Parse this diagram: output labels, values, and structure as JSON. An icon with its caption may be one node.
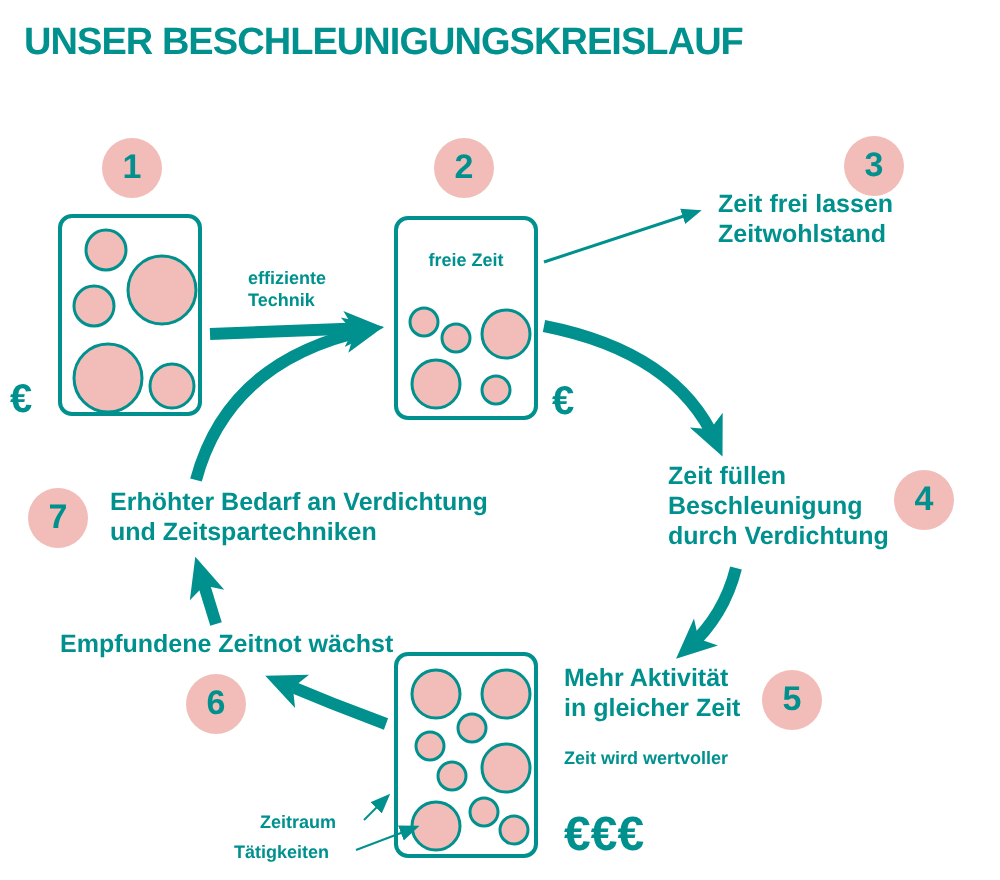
{
  "diagram": {
    "title": "UNSER BESCHLEUNIGUNGSKREISLAUF",
    "nodes": [
      {
        "text": [],
        "shape": "box",
        "beside": [
          "1",
          "€"
        ]
      },
      {
        "text": [
          "freie Zeit"
        ],
        "beside": [
          "2",
          "€"
        ]
      },
      {
        "text": [
          "Zeit frei lassen",
          "Zeitwohlstand"
        ],
        "beside": [
          "3"
        ]
      },
      {
        "text": [
          "Zeit füllen Beschleunigung durch Verdichtung"
        ],
        "beside": [
          "4"
        ]
      },
      {
        "text": [
          "Mehr Aktivität in gleicher Zeit",
          "Zeit wird wertvoller"
        ],
        "beside": [
          "5"
        ]
      },
      {
        "text": [],
        "shape": "box",
        "beside": [
          "€€€"
        ]
      },
      {
        "text": [
          "Empfundene Zeitnot wächst"
        ],
        "beside": [
          "6"
        ]
      },
      {
        "text": [
          "Erhöhter Bedarf an Verdichtung und Zeitspartechniken"
        ],
        "beside": [
          "7"
        ]
      },
      {
        "text": [
          "Zeitraum"
        ]
      },
      {
        "text": [
          "Tätigkeiten"
        ]
      }
    ],
    "edges": [
      {
        "from": 0,
        "to": 1,
        "arrow": "to",
        "label": "effiziente Technik"
      },
      {
        "from": 1,
        "to": 2,
        "arrow": "to"
      },
      {
        "from": 1,
        "to": 3,
        "arrow": "to"
      },
      {
        "from": 3,
        "to": 4,
        "arrow": "to"
      },
      {
        "from": 5,
        "to": 6,
        "arrow": "to"
      },
      {
        "from": 6,
        "to": 7,
        "arrow": "to"
      },
      {
        "from": 7,
        "to": 1,
        "arrow": "to"
      },
      {
        "from": 8,
        "to": 5,
        "arrow": "to"
      },
      {
        "from": 9,
        "to": 5,
        "arrow": "to"
      }
    ]
  }
}
